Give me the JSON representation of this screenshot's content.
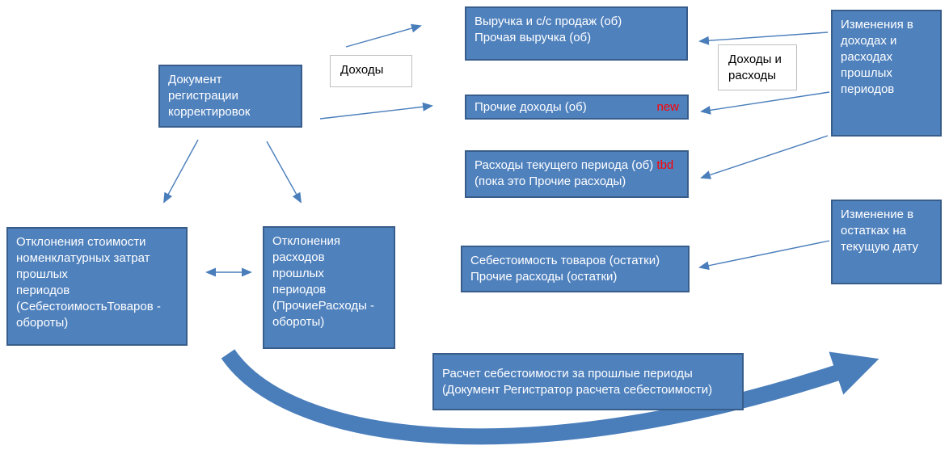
{
  "colors": {
    "box_fill": "#4f81bd",
    "box_border": "#385d8a",
    "box_text": "#ffffff",
    "arrow": "#4a7ebb",
    "label_border": "#bfbfbf",
    "red_text": "#ff0000"
  },
  "boxes": {
    "doc": {
      "text": "Документ\nрегистрации\nкорректировок"
    },
    "revenue": {
      "text": "Выручка и с/с продаж (об)\nПрочая выручка (об)"
    },
    "other_income": {
      "text": "Прочие доходы (об)",
      "tag": "new"
    },
    "current_expenses": {
      "line1": "Расходы текущего периода (об)",
      "tag": "tbd",
      "line2": "(пока это Прочие расходы)"
    },
    "cost_balances": {
      "text": "Себестоимость товаров (остатки)\nПрочие расходы (остатки)"
    },
    "income_changes": {
      "text": "Изменения в\nдоходах и\nрасходах\nпрошлых\nпериодов"
    },
    "balance_changes": {
      "text": "Изменение в\nостатках на\nтекущую дату"
    },
    "cost_deviations": {
      "text": "Отклонения стоимости\nноменклатурных затрат\nпрошлых\nпериодов\n(СебестоимостьТоваров -\nобороты)"
    },
    "expense_deviations": {
      "text": "Отклонения\nрасходов\nпрошлых\nпериодов\n(ПрочиеРасходы -\nобороты)"
    },
    "cost_calc": {
      "text": "Расчет себестоимости за прошлые периоды\n(Документ Регистратор расчета себестоимости)"
    }
  },
  "labels": {
    "income": "Доходы",
    "income_expenses": "Доходы и\nрасходы"
  }
}
